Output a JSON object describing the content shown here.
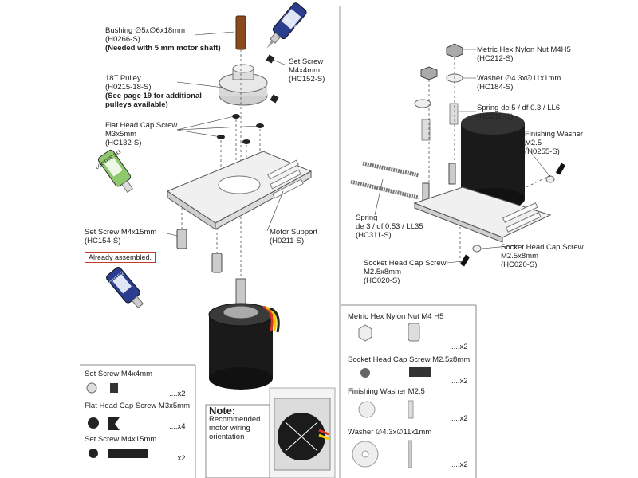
{
  "left_labels": {
    "bushing": [
      "Bushing ∅5x∅6x18mm",
      "(H0266-S)",
      "(Needed with 5 mm motor shaft)"
    ],
    "set_screw_small": [
      "Set Screw",
      "M4x4mm",
      "(HC152-S)"
    ],
    "pulley": [
      "18T Pulley",
      "(H0215-18-S)",
      "(See page 19 for additional",
      "pulleys available)"
    ],
    "flat_head": [
      "Flat Head Cap Screw",
      "M3x5mm",
      "(HC132-S)"
    ],
    "set_screw_long": [
      "Set Screw M4x15mm",
      "(HC154-S)"
    ],
    "motor_support": [
      "Motor Support",
      "(H0211-S)"
    ],
    "already_assembled": "Already assembled."
  },
  "right_labels": {
    "nut": [
      "Metric Hex Nylon Nut M4H5",
      "(HC212-S)"
    ],
    "washer": [
      "Washer ∅4.3x∅11x1mm",
      "(HC184-S)"
    ],
    "spring_top": [
      "Spring de 5 / df 0.3 / LL6",
      "(HC316-S)"
    ],
    "finishing_washer": [
      "Finishing Washer",
      "M2.5",
      "(H0255-S)"
    ],
    "spring_left": [
      "Spring",
      "de 3 / df 0.53 / LL35",
      "(HC311-S)"
    ],
    "socket_left": [
      "Socket Head Cap Screw",
      "M2.5x8mm",
      "(HC020-S)"
    ],
    "socket_right": [
      "Socket Head Cap Screw",
      "M2.5x8mm",
      "(HC020-S)"
    ]
  },
  "left_parts": [
    {
      "name": "Set Screw M4x4mm",
      "qty": "....x2"
    },
    {
      "name": "Flat Head Cap Screw M3x5mm",
      "qty": "....x4"
    },
    {
      "name": "Set Screw M4x15mm",
      "qty": "....x2"
    }
  ],
  "right_parts": [
    {
      "name": "Metric Hex Nylon Nut M4 H5",
      "qty": "....x2"
    },
    {
      "name": "Socket Head Cap Screw M2.5x8mm",
      "qty": "....x2"
    },
    {
      "name": "Finishing Washer M2.5",
      "qty": "....x2"
    },
    {
      "name": "Washer ∅4.3x∅11x1mm",
      "qty": "....x2"
    }
  ],
  "note": {
    "title": "Note:",
    "lines": [
      "Recommended",
      "motor wiring",
      "orientation"
    ]
  },
  "loctite_label": "LOCTITE 243",
  "colors": {
    "callout_border": "#c0392b",
    "loctite_blue": "#2a3d8f",
    "loctite_green": "#8fc76b",
    "bushing": "#8a4a1d"
  }
}
